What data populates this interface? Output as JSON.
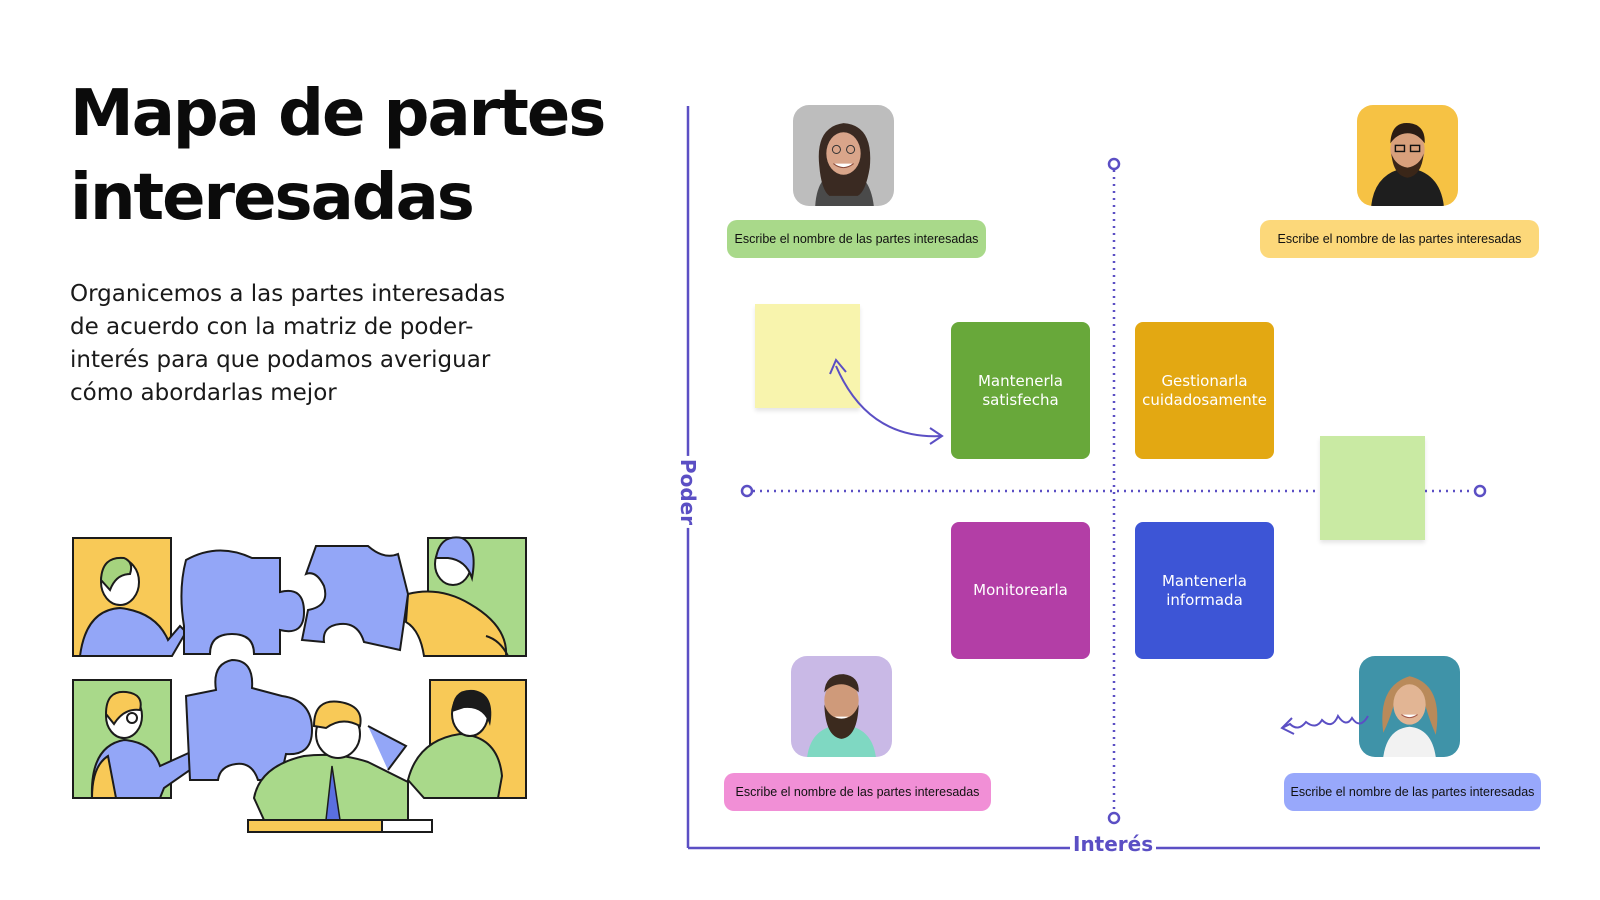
{
  "title": {
    "line1": "Mapa de partes",
    "line2": "interesadas"
  },
  "subtitle": "Organicemos a las partes interesadas de acuerdo con la matriz de poder-interés para que podamos averiguar cómo abordarlas mejor",
  "axes": {
    "x_label": "Interés",
    "y_label": "Poder",
    "color": "#5b4fc4"
  },
  "quadrants": [
    {
      "label": "Mantenerla satisfecha",
      "color": "#68a83a"
    },
    {
      "label": "Gestionarla cuidadosamente",
      "color": "#e3a812"
    },
    {
      "label": "Monitorearla",
      "color": "#b33ea6"
    },
    {
      "label": "Mantenerla informada",
      "color": "#3d55d6"
    }
  ],
  "stakeholders": [
    {
      "placeholder": "Escribe el nombre de las partes interesadas",
      "pill_color": "#a9d98a",
      "avatar_bg": "#bdbdbd"
    },
    {
      "placeholder": "Escribe el nombre de las partes interesadas",
      "pill_color": "#fcd87a",
      "avatar_bg": "#f6c244"
    },
    {
      "placeholder": "Escribe el nombre de las partes interesadas",
      "pill_color": "#f18fd6",
      "avatar_bg": "#c9b9e6"
    },
    {
      "placeholder": "Escribe el nombre de las partes interesadas",
      "pill_color": "#98a8fb",
      "avatar_bg": "#3f93a8"
    }
  ],
  "sticky_notes": [
    {
      "color": "#f8f4ad"
    },
    {
      "color": "#c9eaa3"
    }
  ],
  "icons": [
    "puzzle-team-illustration",
    "curved-arrow-icon",
    "squiggle-arrow-icon"
  ]
}
